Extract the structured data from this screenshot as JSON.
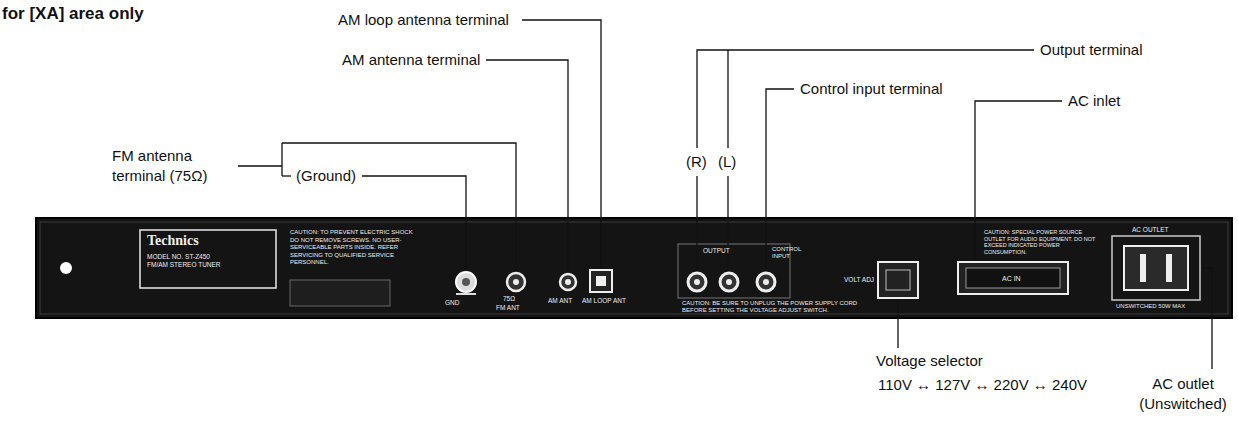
{
  "diagram": {
    "labels": [
      "for [XA] area only",
      "AM loop antenna terminal",
      "AM antenna terminal",
      "FM antenna terminal (75Ω)",
      "(Ground)",
      "(R)",
      "(L)",
      "Output terminal",
      "Control input terminal",
      "AC inlet",
      "Voltage selector",
      "110V ↔ 127V ↔ 220V ↔ 240V",
      "AC outlet (Unswitched)",
      "Technics",
      "MODEL NO. ST-Z450",
      "FM/AM STEREO TUNER",
      "CAUTION: TO PREVENT ELECTRIC SHOCK DO NOT REMOVE SCREWS. NO USER-SERVICEABLE PARTS INSIDE. REFER SERVICING TO QUALIFIED SERVICE PERSONNEL.",
      "GND",
      "75Ω",
      "FM ANT",
      "AM LOOP ANT",
      "AM ANT",
      "OUTPUT",
      "CONTROL INPUT",
      "CAUTION: BE SURE TO UNPLUG THE POWER SUPPLY CORD BEFORE SETTING THE VOLTAGE ADJUST SWITCH.",
      "VOLT ADJ",
      "CAUTION: SPECIAL POWER SOURCE OUTLET FOR AUDIO EQUIPMENT. DO NOT EXCEED INDICATED POWER CONSUMPTION.",
      "AC IN",
      "AC OUTLET",
      "UNSWITCHED 50W MAX"
    ]
  }
}
